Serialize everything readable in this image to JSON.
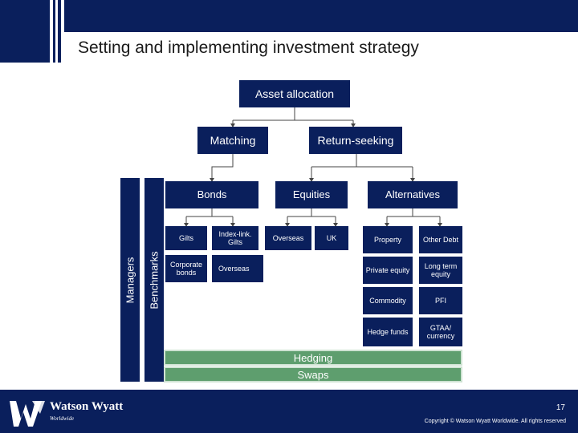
{
  "header": {
    "title": "Setting and implementing investment strategy"
  },
  "diagram": {
    "asset_allocation": "Asset allocation",
    "matching": "Matching",
    "return_seeking": "Return-seeking",
    "bonds": "Bonds",
    "equities": "Equities",
    "alternatives": "Alternatives",
    "gilts": "Gilts",
    "index_linked_gilts": "Index-link. Gilts",
    "corporate_bonds": "Corporate bonds",
    "bond_overseas": "Overseas",
    "equity_overseas": "Overseas",
    "equity_uk": "UK",
    "property": "Property",
    "other_debt": "Other Debt",
    "private_equity": "Private equity",
    "long_term_equity": "Long term equity",
    "commodity": "Commodity",
    "pfi": "PFI",
    "hedge_funds": "Hedge funds",
    "gtaa_currency": "GTAA/ currency",
    "managers": "Managers",
    "benchmarks": "Benchmarks",
    "hedging": "Hedging",
    "swaps": "Swaps"
  },
  "footer": {
    "logo_name": "Watson Wyatt",
    "logo_sub": "Worldwide",
    "page_number": "17",
    "copyright": "Copyright © Watson Wyatt Worldwide. All rights reserved"
  },
  "colors": {
    "navy": "#0a1f5c",
    "green": "#5e9e6e"
  }
}
